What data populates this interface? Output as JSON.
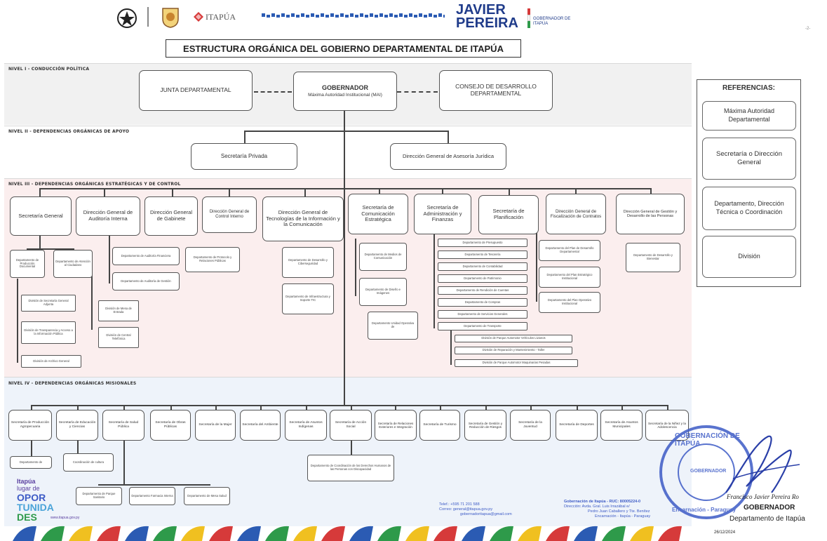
{
  "header": {
    "itapua_logo_text": "ITAPÚA",
    "javier_logo_text": "JAVIER PEREIRA",
    "gobernador_logo_text": "GOBERNADOR DE ITAPÚA",
    "title": "ESTRUCTURA ORGÁNICA DEL GOBIERNO DEPARTAMENTAL DE ITAPÚA",
    "page_mark": "-2-"
  },
  "levels": {
    "nivel1": "NIVEL I - CONDUCCIÓN POLÍTICA",
    "nivel2": "NIVEL II - DEPENDENCIAS ORGÁNICAS DE APOYO",
    "nivel3": "NIVEL III - DEPENDENCIAS ORGÁNICAS ESTRATÉGICAS Y DE CONTROL",
    "nivel4": "NIVEL IV - DEPENDENCIAS ORGÁNICAS MISIONALES"
  },
  "nivel1": {
    "junta": "JUNTA DEPARTAMENTAL",
    "gobernador_title": "GOBERNADOR",
    "gobernador_sub": "Máxima Autoridad Institucional (MAI)",
    "consejo": "CONSEJO DE DESARROLLO DEPARTAMENTAL"
  },
  "nivel2": {
    "privada": "Secretaría Privada",
    "asesoria": "Dirección General de Asesoría Jurídica"
  },
  "nivel3": {
    "units": [
      "Secretaría General",
      "Dirección General de Auditoría Interna",
      "Dirección General de Gabinete",
      "Dirección General de Control Interno",
      "Dirección General de Tecnologías de la Información y la Comunicación",
      "Secretaría de Comunicación Estratégica",
      "Secretaría de Administración y Finanzas",
      "Secretaría de Planificación",
      "Dirección General de Fiscalización de Contratos",
      "Dirección General de Gestión y Desarrollo de las Personas"
    ],
    "sg_dep1": "Departamento de Producción Documental",
    "sg_dep2": "Departamento de Atención al Ciudadano",
    "sg_div1": "División de Secretaría General Adjunta",
    "sg_div2": "División de Transparencia y Acceso a la Información Pública",
    "sg_div3": "División de Archivo General",
    "sg_div4": "División de Mesa de Entrada",
    "sg_div5": "División de Central Telefónica",
    "aud_dep1": "Departamento de Auditoría Financiera",
    "aud_dep2": "Departamento de Auditoría de Gestión",
    "gab_dep1": "Departamento de Protocolo y Relaciones Públicas",
    "tic_dep1": "Departamento de Desarrollo y Ciberseguridad",
    "tic_dep2": "Departamento de Infraestructura y Soporte TIC",
    "com_dep1": "Departamento de Medios de Comunicación",
    "com_dep2": "Departamento de Diseño e Imágenes",
    "uoc": "Departamento Unidad Operativa de",
    "adm_deps": [
      "Departamento de Presupuesto",
      "Departamento de Tesorería",
      "Departamento de Contabilidad",
      "Departamento de Patrimonio",
      "Departamento de Rendición de Cuentas",
      "Departamento de Compras",
      "Departamento de Servicios Generales",
      "Departamento de Transporte"
    ],
    "adm_divs": [
      "División de Parque Automotor Vehículos Livianos",
      "División de Reparación y Mantenimiento - Taller",
      "División de Parque Automotor Maquinarias Pesadas"
    ],
    "fis_deps": [
      "Departamento del Plan de Desarrollo Departamental",
      "Departamento del Plan Estratégico Institucional",
      "Departamento del Plan Operativo Institucional"
    ],
    "ges_dep1": "Departamento de Desarrollo y Bienestar"
  },
  "nivel4": {
    "units": [
      "Secretaría de Producción Agropecuaria",
      "Secretaría de Educación y Ciencias",
      "Secretaría de Salud Pública",
      "Secretaría de Obras Públicas",
      "Secretaría de la Mujer",
      "Secretaría del Ambiente",
      "Secretaría de Asuntos Indígenas",
      "Secretaría de Acción Social",
      "Secretaría de Relaciones Exteriores e Integración",
      "Secretaría de Turismo",
      "Secretaría de Gestión y Reducción de Riesgos",
      "Secretaría de la Juventud",
      "Secretaría de Deportes",
      "Secretaría de Asuntos Municipales",
      "Secretaría de la Niñez y la Adolescencia"
    ],
    "prod_dep": "Departamento de",
    "edu_coord": "Coordinación de cultura",
    "accion_dep": "Departamento de Coordinación de los Derechos Humanos de las Personas con Discapacidad",
    "salud_deps": [
      "Departamento de Parque Sanitario",
      "Departamento Farmacia Interna",
      "Departamento de Mesa Salud"
    ]
  },
  "references": {
    "title": "REFERENCIAS:",
    "items": [
      "Máxima Autoridad Departamental",
      "Secretaría o Dirección General",
      "Departamento, Dirección Técnica o Coordinación",
      "División"
    ]
  },
  "footer": {
    "slogan1": "Itapúa",
    "slogan2": "lugar de",
    "slogan3": "OPOR",
    "slogan4": "TUNIDA",
    "slogan5": "DES",
    "web": "www.itapua.gov.py",
    "tel": "Telef.: +595 71 201 588",
    "correo": "Correo: general@itapua.gov.py",
    "correo2": "gobernadoritapua@gmail.com",
    "gob_line1": "Gobernación de Itapúa - RUC: 80005224-0",
    "gob_line2": "Dirección: Avda. Gral. Luis Irrazábal e/",
    "gob_line3": "Pedro Juan Caballero y Tte. Benítez",
    "gob_line4": "Encarnación - Itapúa - Paraguay",
    "seal_top": "GOBERNACIÓN DE ITAPÚA",
    "seal_bottom": "Encarnación - Paraguay",
    "seal_mid": "GOBERNADOR",
    "sig_name": "Francisco Javier Pereira Ro",
    "sig_role": "GOBERNADOR",
    "sig_dept": "Departamento de Itapúa",
    "sig_date": "26/12/2024"
  },
  "colors": {
    "band1": "#f1f1f1",
    "band3": "#fbeeee",
    "band4": "#eef3fa",
    "seal": "#3d5bc6",
    "accent_green": "#2e9a4a",
    "accent_blue": "#2b5bb3",
    "accent_red": "#d63a3a",
    "accent_yellow": "#f0c020"
  }
}
